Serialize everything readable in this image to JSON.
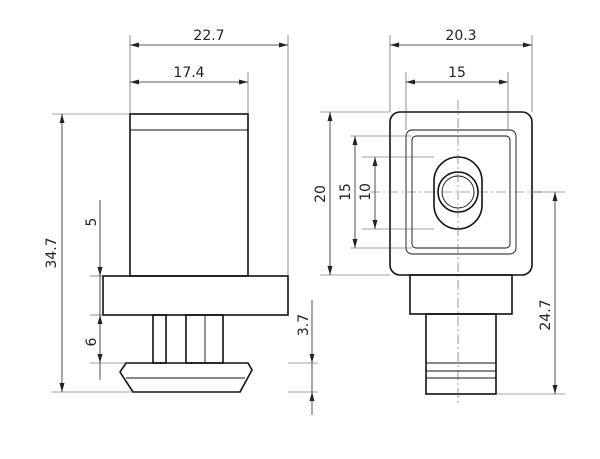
{
  "drawing": {
    "side_view": {
      "width_top": "22.7",
      "width_body": "17.4",
      "height_total": "34.7",
      "height_5": "5",
      "height_6": "6",
      "height_3_7": "3.7"
    },
    "front_view": {
      "width_top": "20.3",
      "width_inner": "15",
      "height_20": "20",
      "height_15": "15",
      "height_10": "10",
      "height_24_7": "24.7"
    }
  }
}
